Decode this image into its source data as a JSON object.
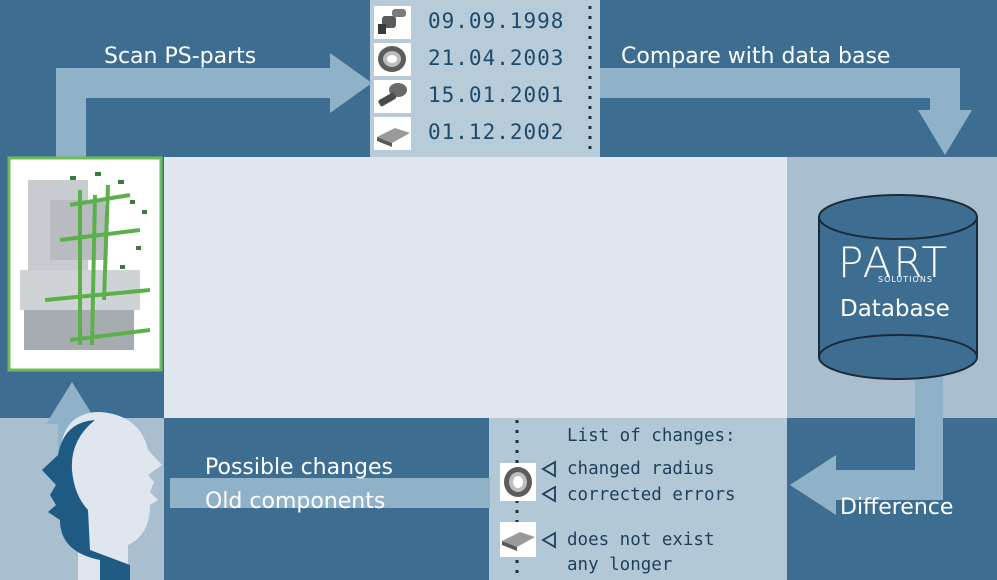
{
  "top": {
    "scan_label": "Scan PS-parts",
    "compare_label": "Compare with data base"
  },
  "parts_list": [
    {
      "icon": "pipe-fitting-icon",
      "date": "09.09.1998"
    },
    {
      "icon": "bearing-icon",
      "date": "21.04.2003"
    },
    {
      "icon": "screw-icon",
      "date": "15.01.2001"
    },
    {
      "icon": "rail-icon",
      "date": "01.12.2002"
    }
  ],
  "database": {
    "logo_main": "PART",
    "logo_sub": "SOLUTIONS",
    "label": "Database"
  },
  "bottom": {
    "possible_changes": "Possible changes",
    "old_components": "Old components",
    "difference": "Difference"
  },
  "changes": {
    "title": "List of changes:",
    "item_1": "changed radius",
    "item_2": "corrected errors",
    "item_3_line1": "does not exist",
    "item_3_line2": "any longer"
  },
  "colors": {
    "dark_blue": "#3d6e92",
    "light_bg": "#dfe6ee",
    "arrow": "#8fb2c9",
    "panel": "#b3c8d6",
    "green_border": "#6dbd52"
  }
}
